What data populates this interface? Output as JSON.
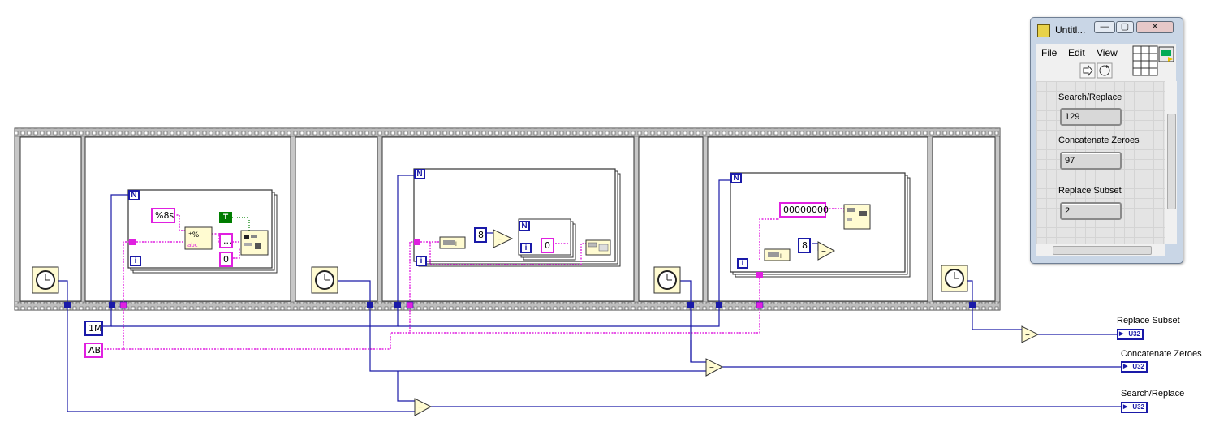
{
  "panel": {
    "title": "Untitl...",
    "menu": [
      "File",
      "Edit",
      "View"
    ],
    "indicators": [
      {
        "label": "Search/Replace",
        "value": "129"
      },
      {
        "label": "Concatenate Zeroes",
        "value": "97"
      },
      {
        "label": "Replace Subset",
        "value": "2"
      }
    ],
    "window_buttons": {
      "minimize": "—",
      "maximize": "▢",
      "close": "✕"
    }
  },
  "diagram": {
    "constants": {
      "iterations": "1M",
      "string_in": "AB",
      "format": "%8s",
      "boolean_true": "T",
      "empty_string": "...",
      "zero_a": "0",
      "eight_a": "8",
      "zero_b": "0",
      "zeros_string": "00000000",
      "eight_b": "8"
    },
    "loop_count_label": "N",
    "loop_index_label": "i",
    "outputs": [
      {
        "label": "Replace Subset",
        "type": "U32"
      },
      {
        "label": "Concatenate Zeroes",
        "type": "U32"
      },
      {
        "label": "Search/Replace",
        "type": "U32"
      }
    ]
  },
  "colors": {
    "integer_wire": "#1a1aa8",
    "string_wire": "#e020e0",
    "boolean_wire": "#008000",
    "node_fill": "#fffbd1",
    "frame_fill": "#c0c0c0"
  }
}
